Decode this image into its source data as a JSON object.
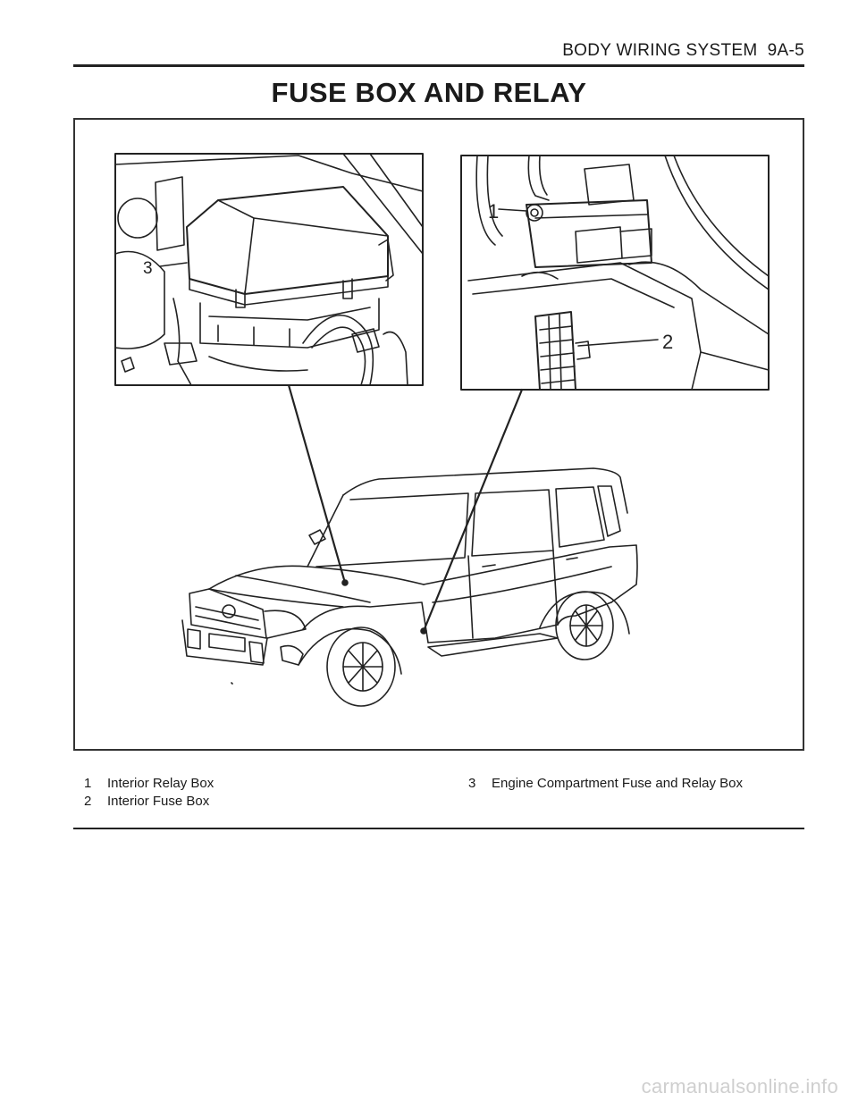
{
  "header": {
    "section": "BODY WIRING SYSTEM",
    "page": "9A-5"
  },
  "title": "FUSE BOX AND RELAY",
  "figure": {
    "callout_1": "1",
    "callout_2": "2",
    "callout_3": "3"
  },
  "legend": {
    "left": [
      {
        "number": "1",
        "label": "Interior Relay Box"
      },
      {
        "number": "2",
        "label": "Interior Fuse Box"
      }
    ],
    "right": [
      {
        "number": "3",
        "label": "Engine Compartment Fuse and Relay Box"
      }
    ]
  },
  "watermark": "carmanualsonline.info"
}
